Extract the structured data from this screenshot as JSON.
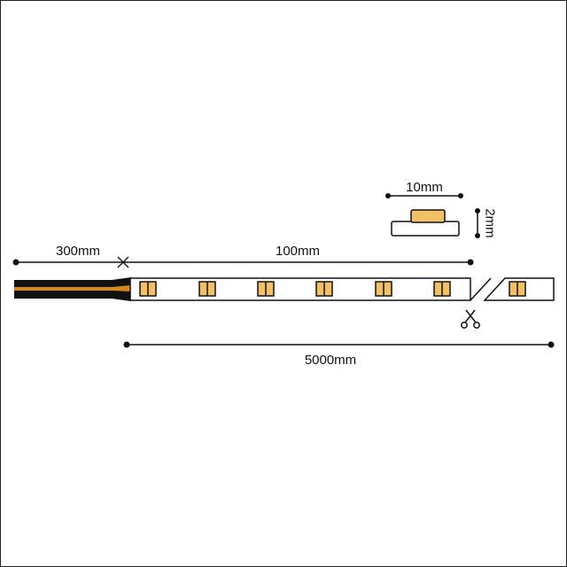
{
  "dimensions": {
    "lead_length": "300mm",
    "cut_interval": "100mm",
    "total_length": "5000mm",
    "profile_width": "10mm",
    "profile_height": "2mm"
  },
  "colors": {
    "led": "#f3c064",
    "line": "#111111",
    "wire_black": "#111111",
    "wire_orange": "#d98a10"
  },
  "icons": {
    "cut_marker": "cross-icon",
    "cut_tool": "scissors-icon"
  }
}
